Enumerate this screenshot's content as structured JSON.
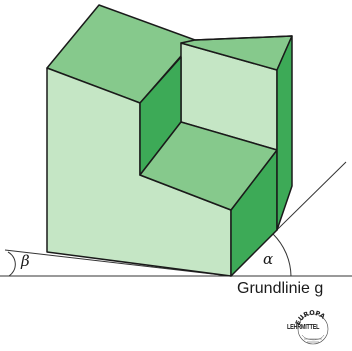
{
  "labels": {
    "alpha": "α",
    "beta": "β",
    "baseline": "Grundlinie g"
  },
  "logo": {
    "ring_text": "EUROPA",
    "publisher": "LEHRMITTEL"
  },
  "colors": {
    "front_face": "#c5e6c5",
    "top_face": "#86c98c",
    "dark_face": "#3daa57",
    "outline": "#1a1a1a",
    "construction_line": "#333333"
  }
}
